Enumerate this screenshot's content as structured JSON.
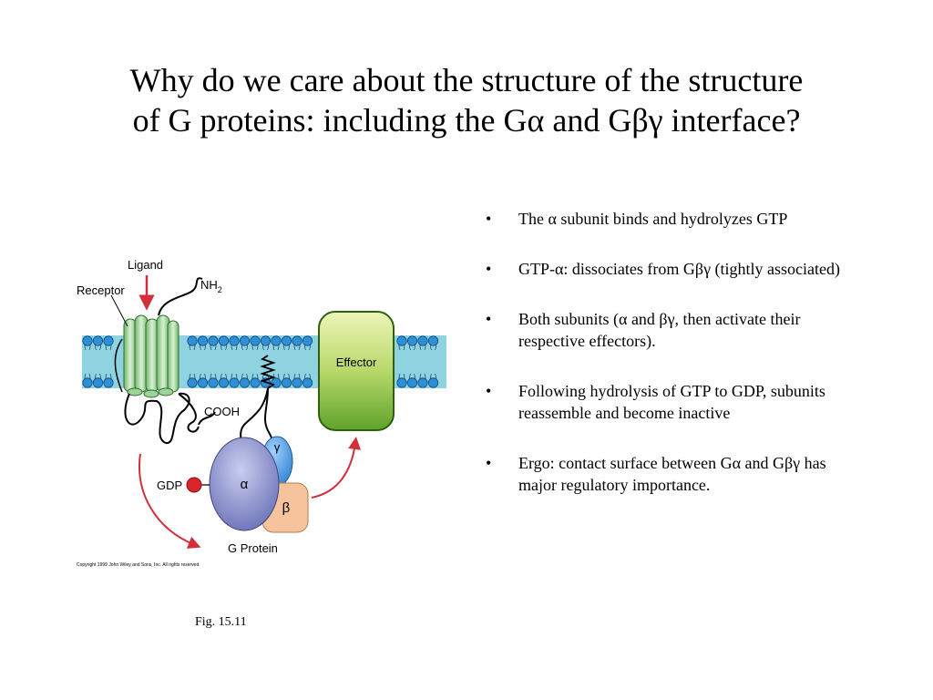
{
  "slide": {
    "title_line1": "Why do we care about the structure of the structure",
    "title_line2": "of G proteins: including the Gα and Gβγ interface?",
    "bullets": [
      "The α subunit binds and hydrolyzes GTP",
      "GTP-α: dissociates from Gβγ (tightly associated)",
      "Both subunits (α and βγ, then activate their respective effectors).",
      "Following hydrolysis of GTP to GDP, subunits reassemble and become inactive",
      "Ergo: contact surface between Gα and Gβγ has major regulatory importance."
    ],
    "caption": "Fig. 15.11"
  },
  "figure": {
    "labels": {
      "ligand": "Ligand",
      "receptor": "Receptor",
      "nh2": "NH",
      "nh2_sub": "2",
      "cooh": "COOH",
      "effector": "Effector",
      "gdp": "GDP",
      "alpha": "α",
      "beta": "β",
      "gamma": "γ",
      "g_protein": "G Protein",
      "copyright": "Copyright 1999 John Wiley and Sons, Inc. All rights reserved."
    },
    "colors": {
      "membrane": "#8fd3e0",
      "lipid_head": "#2e8fd6",
      "receptor": "#9ed49a",
      "effector": "#7cbf3a",
      "alpha": "#8d94cc",
      "beta": "#f6c39c",
      "gamma": "#4d9be0",
      "gdp": "#d9262c",
      "arrow": "#d32f3a"
    }
  }
}
